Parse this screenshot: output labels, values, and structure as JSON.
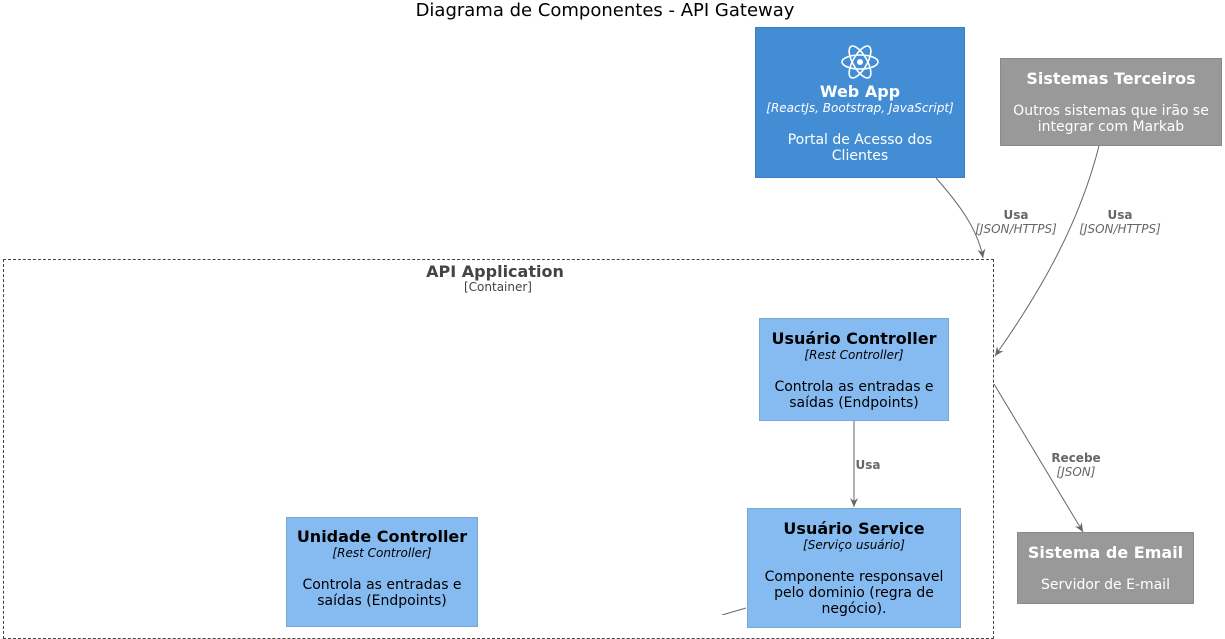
{
  "title": "Diagrama de Componentes - API Gateway",
  "colors": {
    "container": "#438dd5",
    "component": "#85bbf0",
    "external": "#999999",
    "edge": "#666666"
  },
  "nodes": {
    "web_app": {
      "icon": "react-icon",
      "name": "Web App",
      "tech": "[ReactJs, Bootstrap, JavaScript]",
      "desc": "Portal de Acesso dos Clientes"
    },
    "sistemas_terceiros": {
      "name": "Sistemas Terceiros",
      "desc": "Outros sistemas que irão se integrar com Markab"
    },
    "sistema_email": {
      "name": "Sistema de Email",
      "desc": "Servidor de E-mail"
    },
    "usuario_controller": {
      "name": "Usuário Controller",
      "tech": "[Rest Controller]",
      "desc": "Controla as entradas e saídas (Endpoints)"
    },
    "usuario_service": {
      "name": "Usuário Service",
      "tech": "[Serviço usuário]",
      "desc": "Componente responsavel pelo dominio (regra de negócio)."
    },
    "unidade_controller": {
      "name": "Unidade Controller",
      "tech": "[Rest Controller]",
      "desc": "Controla as entradas e saídas (Endpoints)"
    }
  },
  "boundary": {
    "name": "API Application",
    "type": "[Container]"
  },
  "edges": {
    "webapp_to_api": {
      "rel": "Usa",
      "tech": "[JSON/HTTPS]"
    },
    "terceiros_to_api": {
      "rel": "Usa",
      "tech": "[JSON/HTTPS]"
    },
    "api_to_email": {
      "rel": "Recebe",
      "tech": "[JSON]"
    },
    "controller_to_service": {
      "rel": "Usa"
    }
  }
}
